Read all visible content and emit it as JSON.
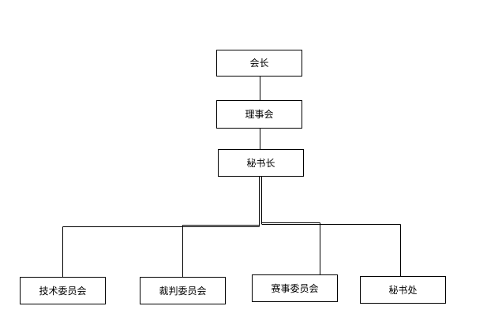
{
  "org_chart": {
    "root": "会长",
    "board": "理事会",
    "secretary_general": "秘书长",
    "departments": [
      "技术委员会",
      "裁判委员会",
      "赛事委员会",
      "秘书处"
    ]
  },
  "colors": {
    "line": "#000000",
    "box_border": "#000000",
    "box_fill": "#ffffff",
    "text": "#000000"
  }
}
